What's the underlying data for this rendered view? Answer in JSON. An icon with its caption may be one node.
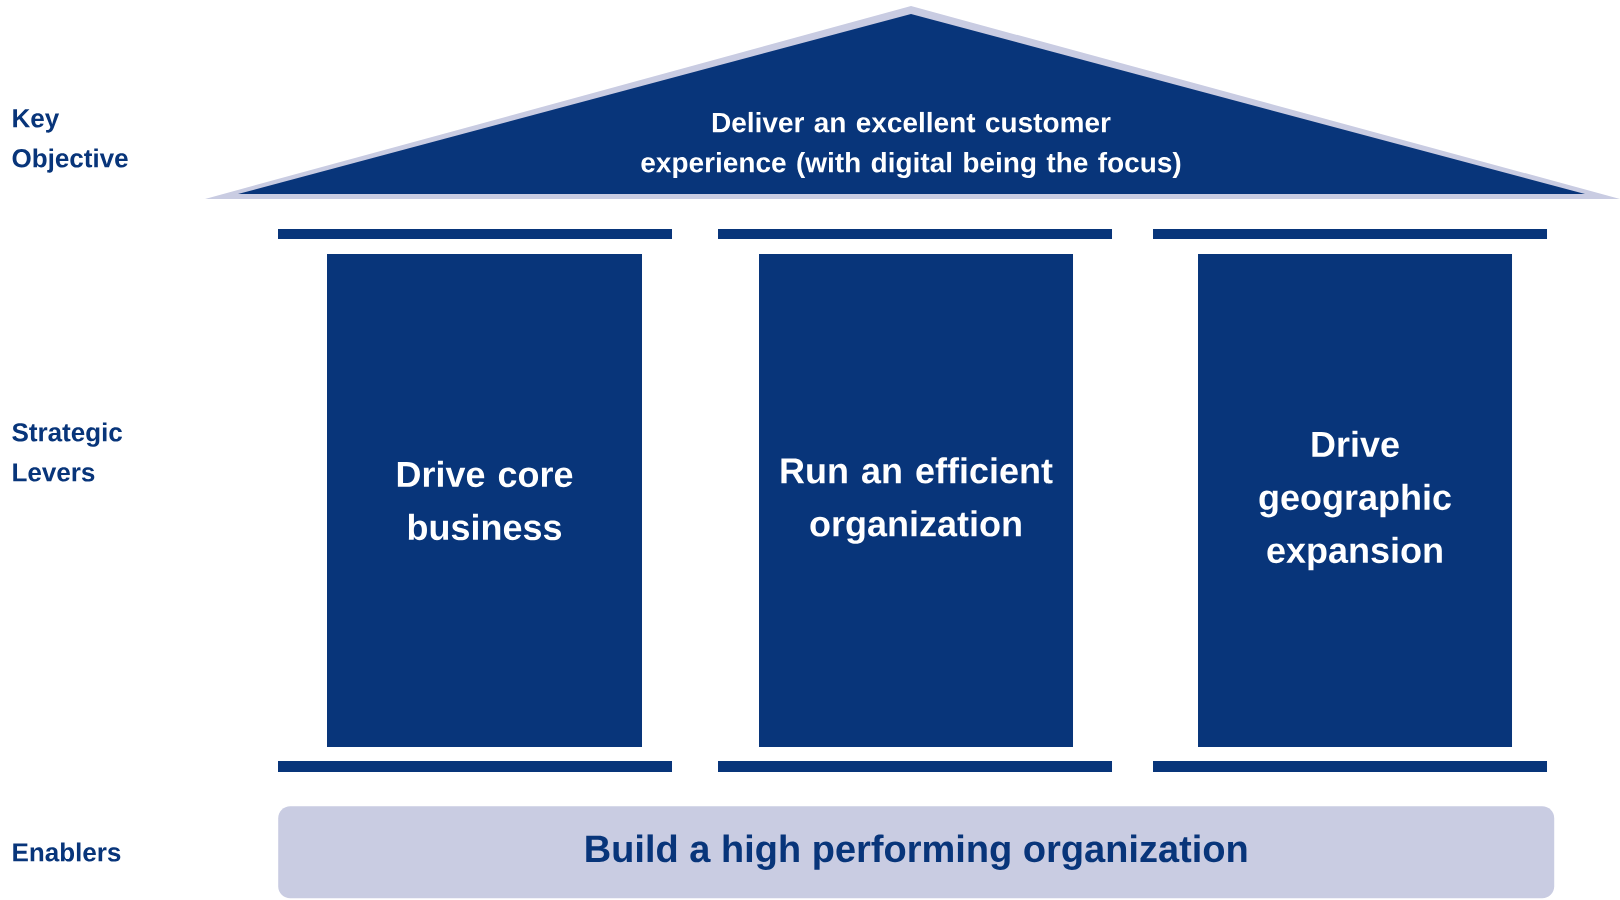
{
  "diagram": {
    "nodes": [
      {
        "text": [
          "Deliver an excellent customer experience (with digital being the focus)"
        ]
      },
      {
        "text": [
          "Drive core business"
        ]
      },
      {
        "text": [
          "Run an efficient organization"
        ]
      },
      {
        "text": [
          "Drive geographic expansion"
        ]
      },
      {
        "text": [
          "Build a high performing organization"
        ]
      }
    ],
    "labels": [
      "Key Objective",
      "Strategic Levers",
      "Enablers"
    ]
  }
}
